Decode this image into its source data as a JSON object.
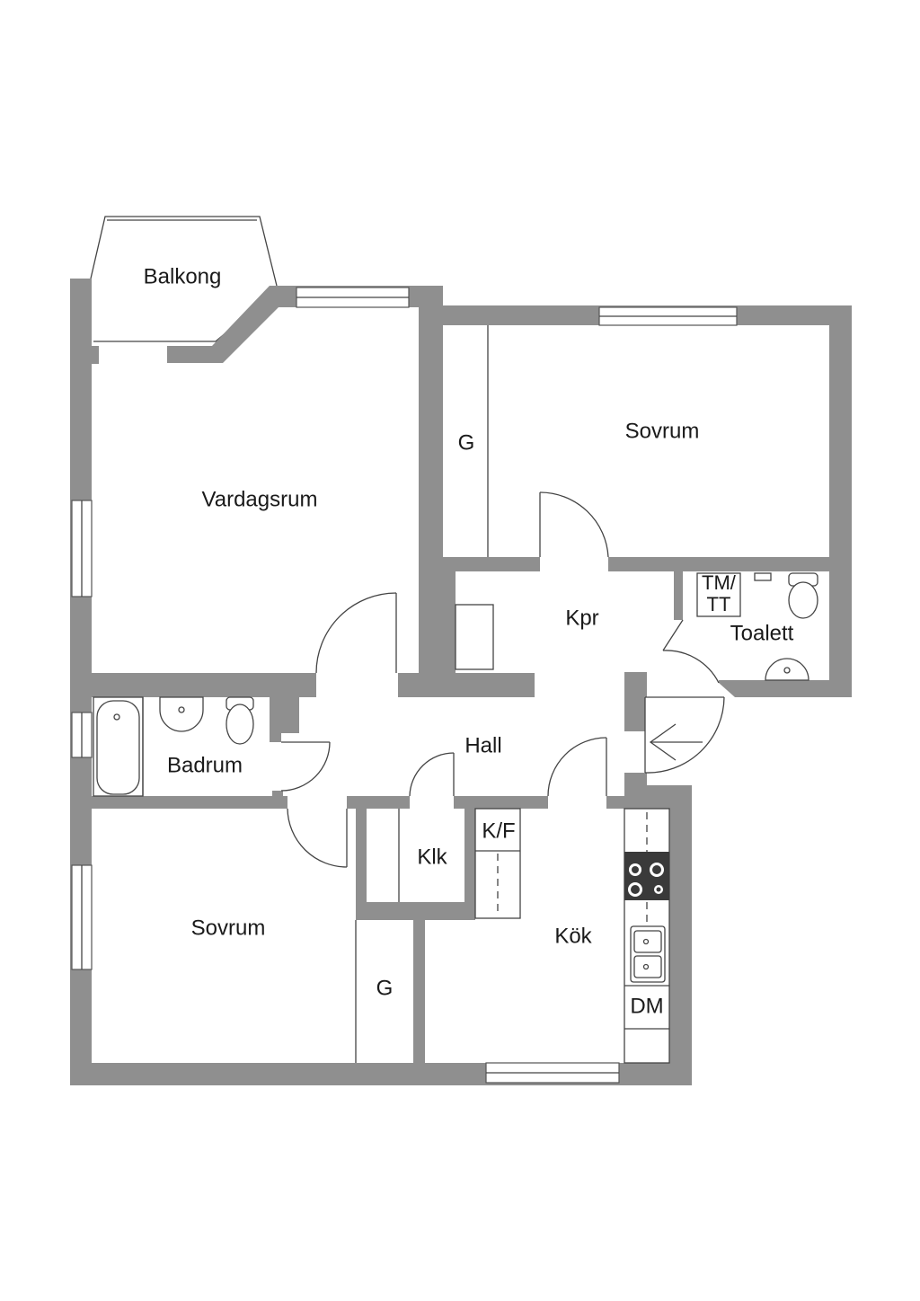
{
  "rooms": {
    "balkong": "Balkong",
    "vardagsrum": "Vardagsrum",
    "sovrum_top": "Sovrum",
    "garderob_top": "G",
    "kpr": "Kpr",
    "tmtt_line1": "TM/",
    "tmtt_line2": "TT",
    "toalett": "Toalett",
    "badrum": "Badrum",
    "hall": "Hall",
    "klk": "Klk",
    "kf": "K/F",
    "sovrum_bottom": "Sovrum",
    "garderob_bottom": "G",
    "kok": "Kök",
    "dm": "DM"
  },
  "colors": {
    "wall": "#8f8f8f",
    "line": "#444444",
    "background": "#ffffff"
  }
}
